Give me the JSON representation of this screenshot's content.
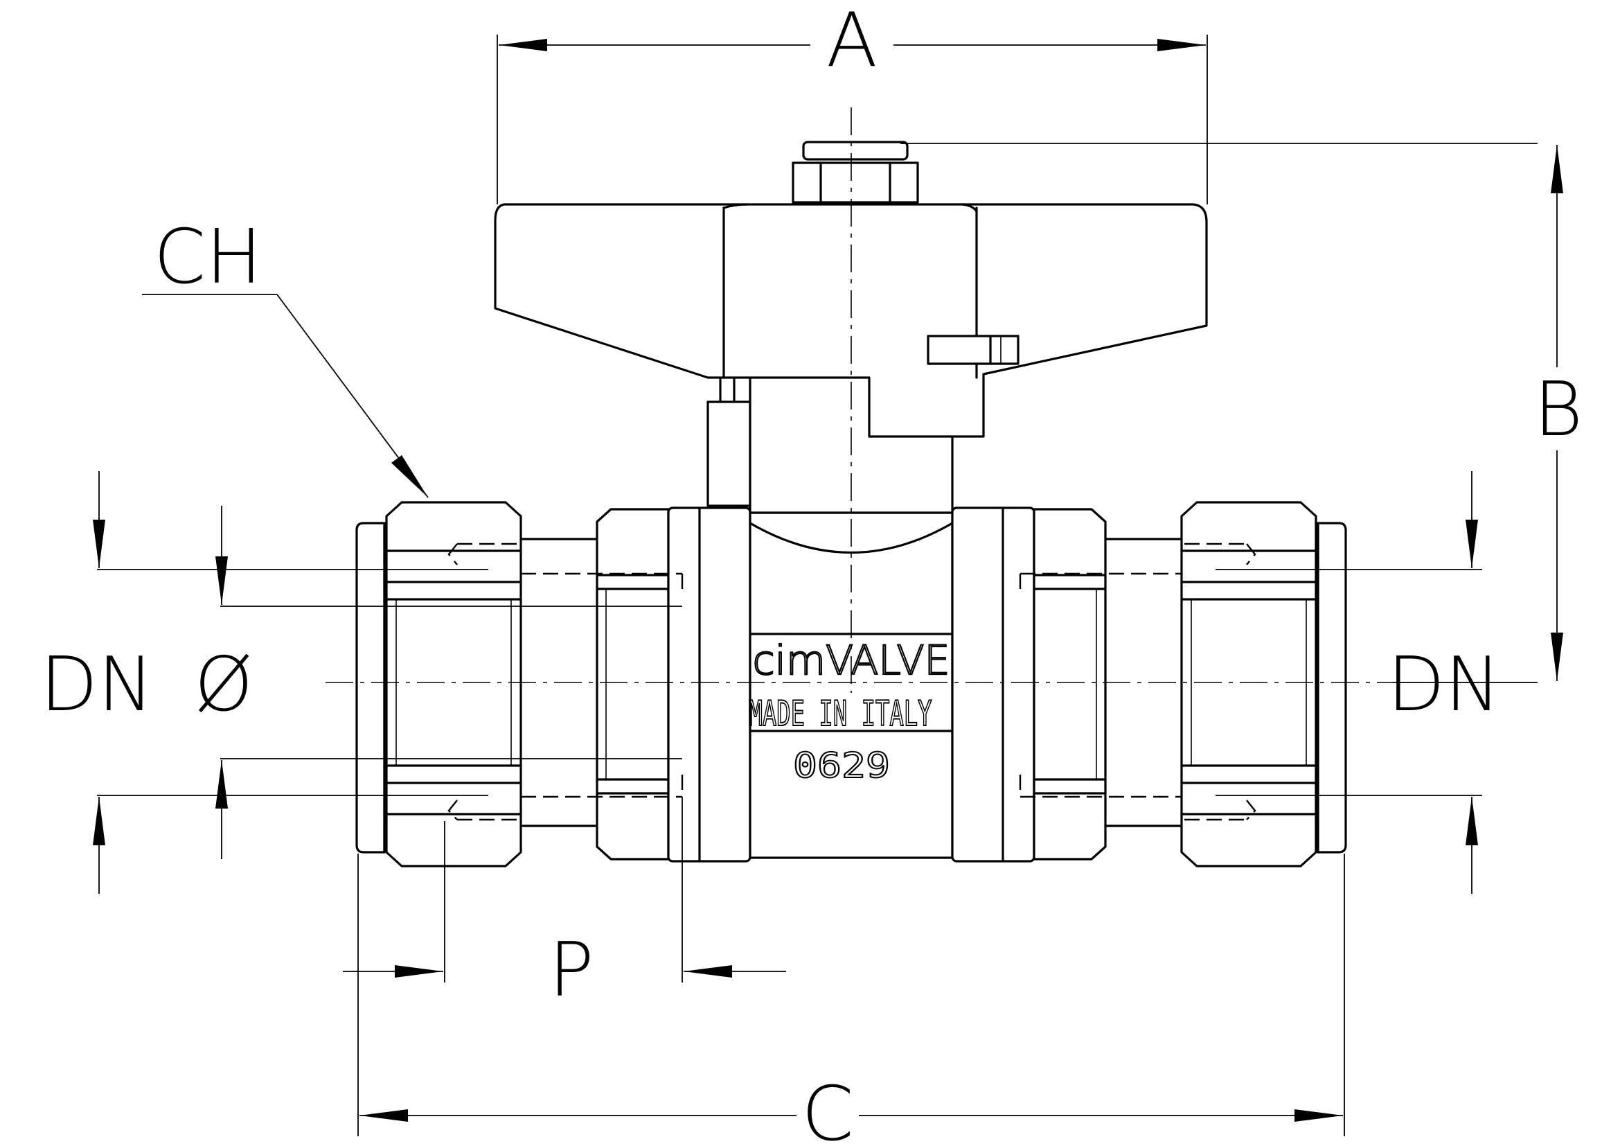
{
  "dimension_labels": {
    "a": "A",
    "b": "B",
    "c": "C",
    "ch": "CH",
    "p": "P",
    "dn_left": "DN",
    "diameter": "Ø",
    "dn_right": "DN"
  },
  "body_markings": {
    "brand": "cimVALVE",
    "origin": "MADE IN ITALY",
    "code": "0629"
  }
}
